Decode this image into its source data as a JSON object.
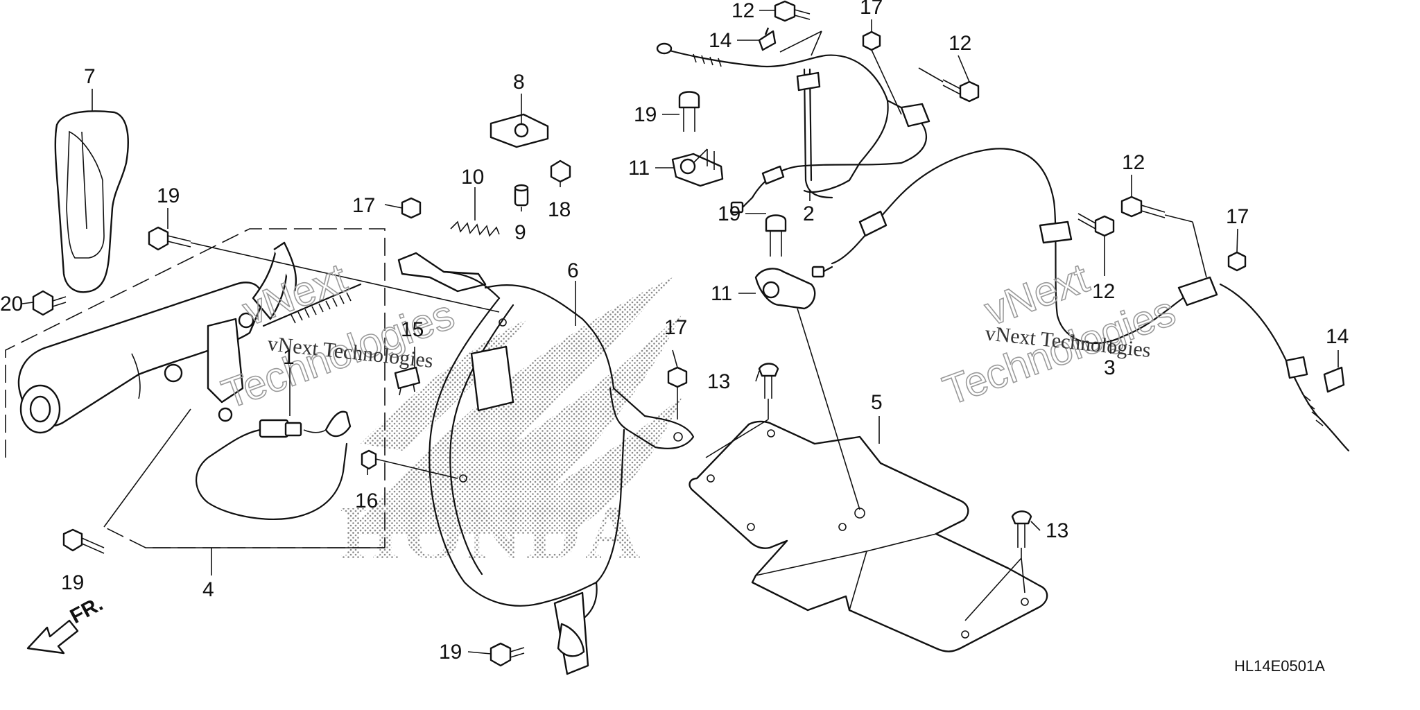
{
  "diagram": {
    "watermark_text": "vNext Technologies",
    "watermark_word_1": "vNext",
    "watermark_word_2": "Technologies",
    "logo_text": "HONDA",
    "direction_label": "FR.",
    "diagram_code": "HL14E0501A",
    "labels": {
      "p1": "1",
      "p2": "2",
      "p3": "3",
      "p4": "4",
      "p5": "5",
      "p6": "6",
      "p7": "7",
      "p8": "8",
      "p9": "9",
      "p10": "10",
      "p11": "11",
      "p12": "12",
      "p13": "13",
      "p14": "14",
      "p15": "15",
      "p16": "16",
      "p17": "17",
      "p18": "18",
      "p19": "19",
      "p20": "20"
    }
  }
}
